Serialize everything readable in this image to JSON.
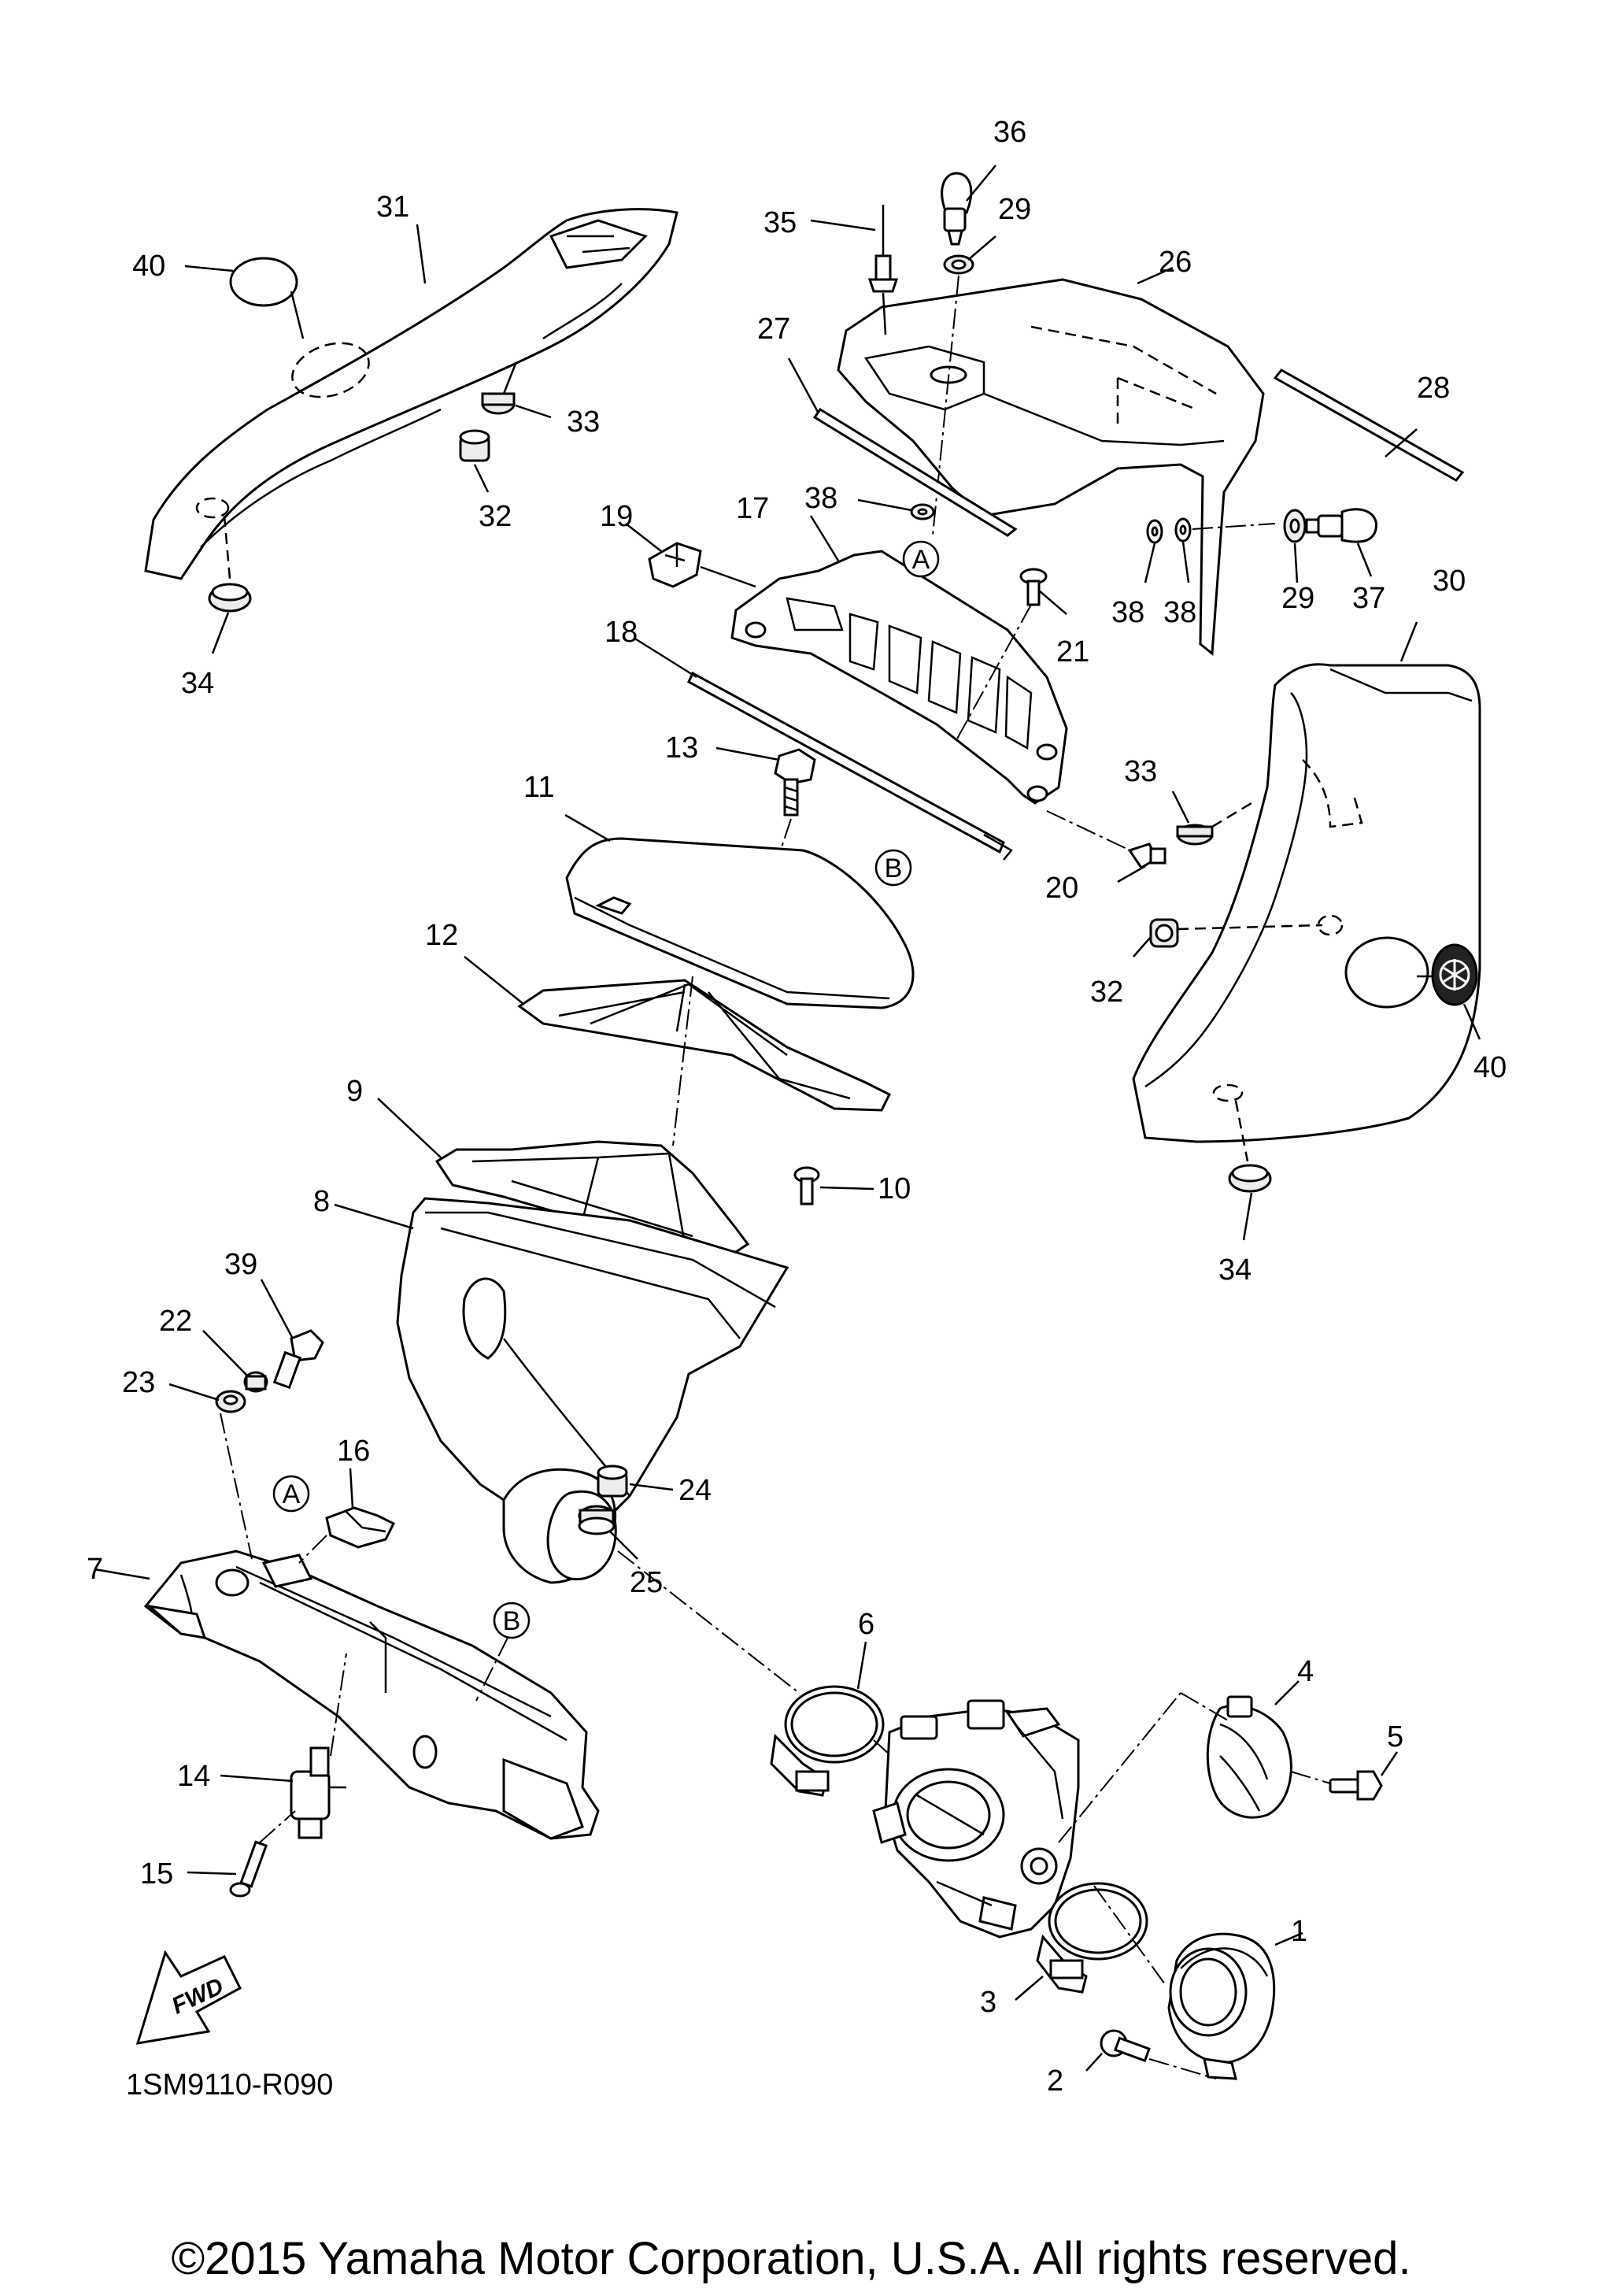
{
  "diagram": {
    "parts": [
      {
        "id": "p1",
        "label": "1"
      },
      {
        "id": "p2",
        "label": "2"
      },
      {
        "id": "p3",
        "label": "3"
      },
      {
        "id": "p4",
        "label": "4"
      },
      {
        "id": "p5",
        "label": "5"
      },
      {
        "id": "p6",
        "label": "6"
      },
      {
        "id": "p7",
        "label": "7"
      },
      {
        "id": "p8",
        "label": "8"
      },
      {
        "id": "p9",
        "label": "9"
      },
      {
        "id": "p10",
        "label": "10"
      },
      {
        "id": "p11",
        "label": "11"
      },
      {
        "id": "p12",
        "label": "12"
      },
      {
        "id": "p13",
        "label": "13"
      },
      {
        "id": "p14",
        "label": "14"
      },
      {
        "id": "p15",
        "label": "15"
      },
      {
        "id": "p16",
        "label": "16"
      },
      {
        "id": "p17",
        "label": "17"
      },
      {
        "id": "p18",
        "label": "18"
      },
      {
        "id": "p19",
        "label": "19"
      },
      {
        "id": "p20",
        "label": "20"
      },
      {
        "id": "p21",
        "label": "21"
      },
      {
        "id": "p22",
        "label": "22"
      },
      {
        "id": "p23",
        "label": "23"
      },
      {
        "id": "p24",
        "label": "24"
      },
      {
        "id": "p25",
        "label": "25"
      },
      {
        "id": "p26",
        "label": "26"
      },
      {
        "id": "p27",
        "label": "27"
      },
      {
        "id": "p28",
        "label": "28"
      },
      {
        "id": "p29a",
        "label": "29"
      },
      {
        "id": "p29b",
        "label": "29"
      },
      {
        "id": "p30",
        "label": "30"
      },
      {
        "id": "p31",
        "label": "31"
      },
      {
        "id": "p32a",
        "label": "32"
      },
      {
        "id": "p32b",
        "label": "32"
      },
      {
        "id": "p33a",
        "label": "33"
      },
      {
        "id": "p33b",
        "label": "33"
      },
      {
        "id": "p34a",
        "label": "34"
      },
      {
        "id": "p34b",
        "label": "34"
      },
      {
        "id": "p35",
        "label": "35"
      },
      {
        "id": "p36",
        "label": "36"
      },
      {
        "id": "p37",
        "label": "37"
      },
      {
        "id": "p38a",
        "label": "38"
      },
      {
        "id": "p38b",
        "label": "38"
      },
      {
        "id": "p38c",
        "label": "38"
      },
      {
        "id": "p39",
        "label": "39"
      },
      {
        "id": "p40a",
        "label": "40"
      },
      {
        "id": "p40b",
        "label": "40"
      }
    ],
    "refs": [
      {
        "id": "refA1",
        "label": "A"
      },
      {
        "id": "refB1",
        "label": "B"
      },
      {
        "id": "refA2",
        "label": "A"
      },
      {
        "id": "refB2",
        "label": "B"
      }
    ],
    "fwd_label": "FWD",
    "diagram_code": "1SM9110-R090",
    "copyright": "©2015 Yamaha Motor Corporation, U.S.A. All rights reserved."
  }
}
